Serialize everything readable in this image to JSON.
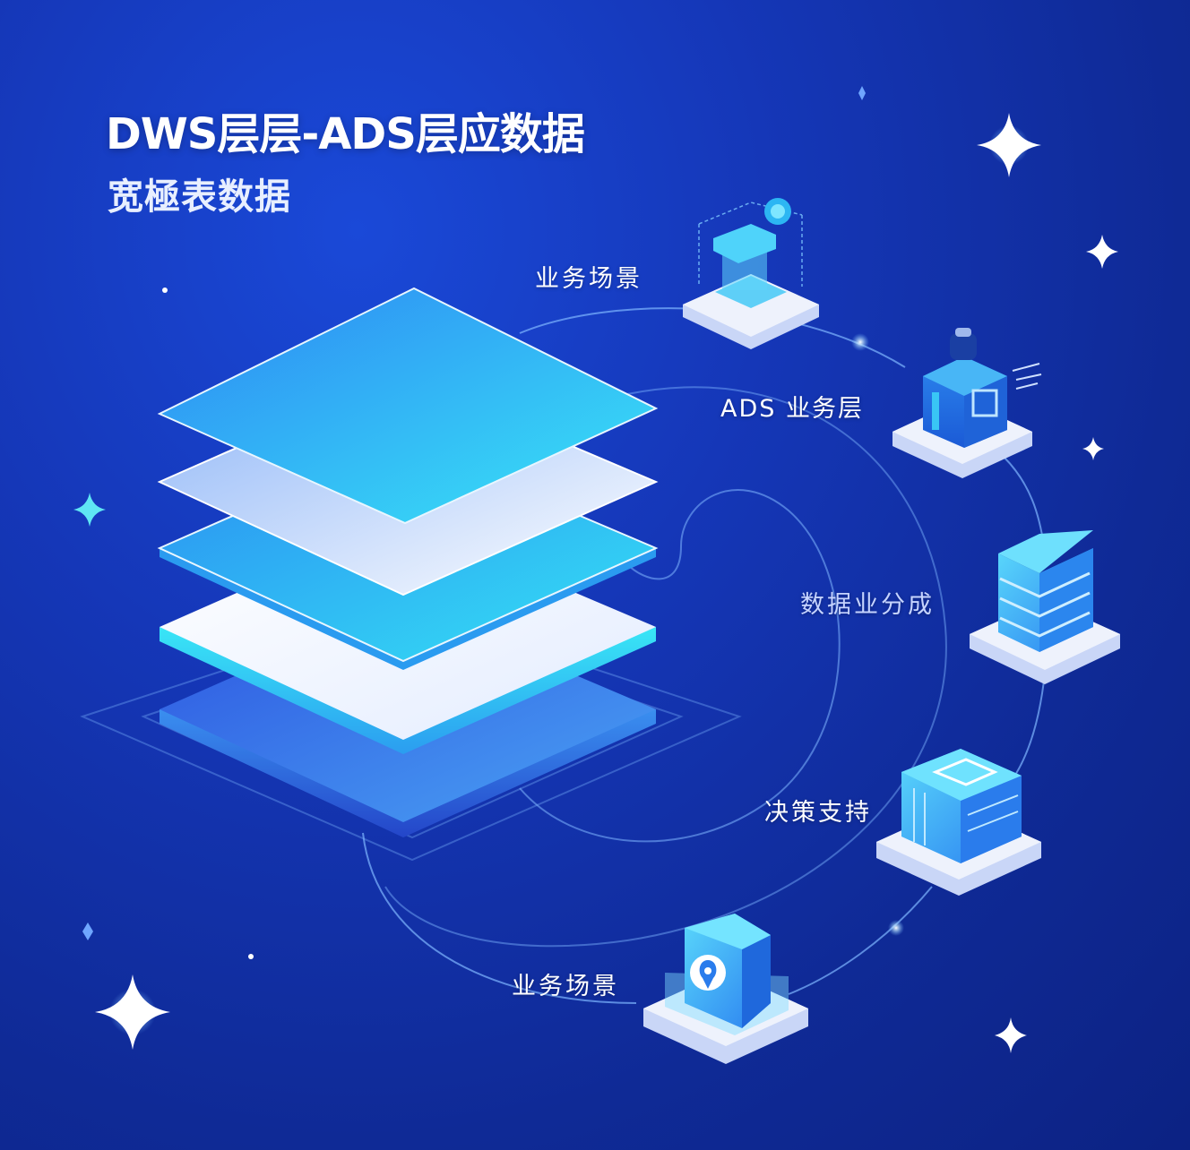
{
  "header": {
    "title": "DWS层层-ADS层应数据",
    "subtitle": "宽極表数据"
  },
  "nodes": [
    {
      "label": "业务场景",
      "icon": "wireframe-cube-icon"
    },
    {
      "label": "ADS 业务层",
      "icon": "server-box-icon"
    },
    {
      "label": "数据业分成",
      "icon": "stacked-layers-icon"
    },
    {
      "label": "决策支持",
      "icon": "data-block-icon"
    },
    {
      "label": "业务场景",
      "icon": "location-cube-icon"
    }
  ],
  "colors": {
    "background": "#1537b8",
    "accent_cyan": "#35e0f5",
    "accent_blue": "#2f7cf0",
    "platform": "#e6ecfb"
  }
}
